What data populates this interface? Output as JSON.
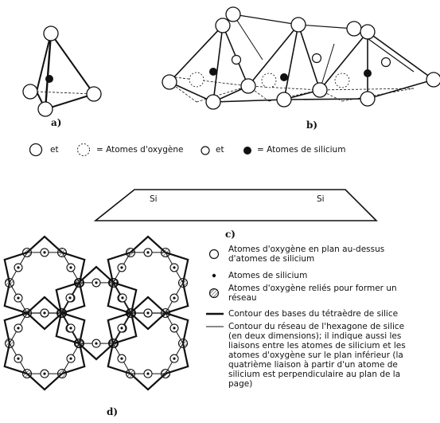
{
  "figure": {
    "label_a": "a)",
    "label_b": "b)",
    "label_c": "c)",
    "label_d": "d)",
    "legend_top": {
      "et_1": "et",
      "oxygen_text": "= Atomes d'oxygène",
      "et_2": "et",
      "silicon_text": "= Atomes de silicium"
    },
    "trapezoid": {
      "si_left": "Si",
      "si_right": "Si"
    },
    "legend_d": [
      {
        "symbol": "open-circle",
        "text": [
          "Atomes d'oxygène en plan au-dessus",
          "d'atomes de silicium"
        ]
      },
      {
        "symbol": "small-dot",
        "text": [
          "Atomes de silicium"
        ]
      },
      {
        "symbol": "hatched-circle",
        "text": [
          "Atomes d'oxygène reliés pour former un",
          "réseau"
        ]
      },
      {
        "symbol": "thick-line",
        "text": [
          "Contour des bases du tétraèdre de silice"
        ]
      },
      {
        "symbol": "thin-line",
        "text": [
          "Contour du réseau de l'hexagone de silice",
          "(en deux dimensions); il indique aussi les",
          "liaisons entre les atomes de silicium et les",
          "atomes d'oxygène sur le plan inférieur (la",
          "quatrième liaison à partir d'un atome de",
          "silicium est perpendiculaire au plan de la",
          "page)"
        ]
      }
    ]
  }
}
